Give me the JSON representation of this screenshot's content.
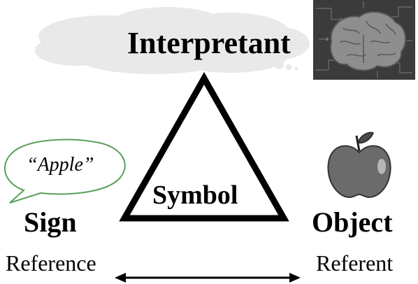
{
  "diagram": {
    "interpretant_label": "Interpretant",
    "symbol_label": "Symbol",
    "sign_label": "Sign",
    "object_label": "Object",
    "reference_label": "Reference",
    "referent_label": "Referent",
    "speech_bubble_text": "“Apple”"
  },
  "icons": {
    "thought_cloud": "thought-cloud-icon",
    "brain": "brain-circuit-icon",
    "speech_bubble": "speech-bubble-icon",
    "apple": "apple-icon",
    "arrow": "double-arrow-icon"
  },
  "colors": {
    "text": "#000000",
    "cloud": "#e8e8e8",
    "bubble_stroke": "#5aa05a",
    "brain_bg": "#3a3a3a",
    "apple": "#6a6a6a"
  }
}
